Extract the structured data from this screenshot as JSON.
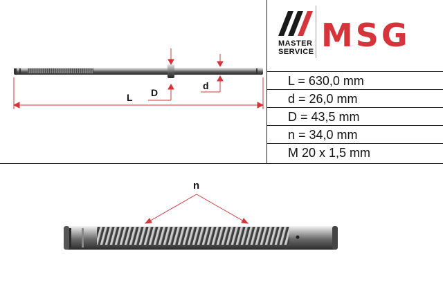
{
  "logo": {
    "brand": "MSG",
    "line1": "MASTER",
    "line2": "SERVICE",
    "colors": {
      "brand_red": "#d4343a",
      "mark_dark": "#1a1a1a",
      "mark_red": "#d4343a"
    }
  },
  "specs": [
    {
      "text": "L = 630,0 mm"
    },
    {
      "text": "d = 26,0 mm"
    },
    {
      "text": "D = 43,5 mm"
    },
    {
      "text": "n = 34,0 mm"
    },
    {
      "text": "M 20 x 1,5 mm"
    }
  ],
  "diagram": {
    "labels": {
      "L": "L",
      "D": "D",
      "d": "d"
    },
    "dimension_color": "#d4343a"
  },
  "detail": {
    "label": "n"
  }
}
